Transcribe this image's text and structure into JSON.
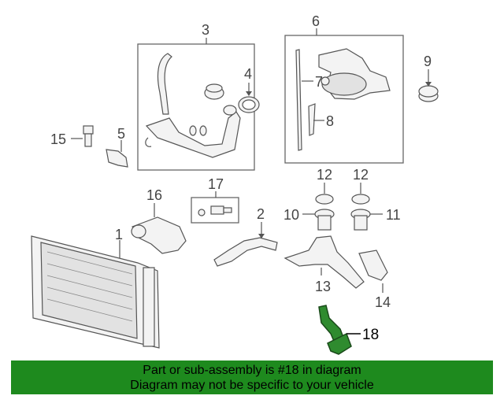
{
  "callouts": {
    "c1": "1",
    "c2": "2",
    "c3": "3",
    "c4": "4",
    "c5": "5",
    "c6": "6",
    "c7": "7",
    "c8": "8",
    "c9": "9",
    "c10": "10",
    "c11": "11",
    "c12a": "12",
    "c12b": "12",
    "c13": "13",
    "c14": "14",
    "c15": "15",
    "c16": "16",
    "c17": "17",
    "c18": "18"
  },
  "highlighted_part": "18",
  "colors": {
    "highlight": "#2f8b2f",
    "banner": "#1e8a1e"
  },
  "banner": {
    "line1": "Part or sub-assembly is #18 in diagram",
    "line2": "Diagram may not be specific to your vehicle"
  }
}
